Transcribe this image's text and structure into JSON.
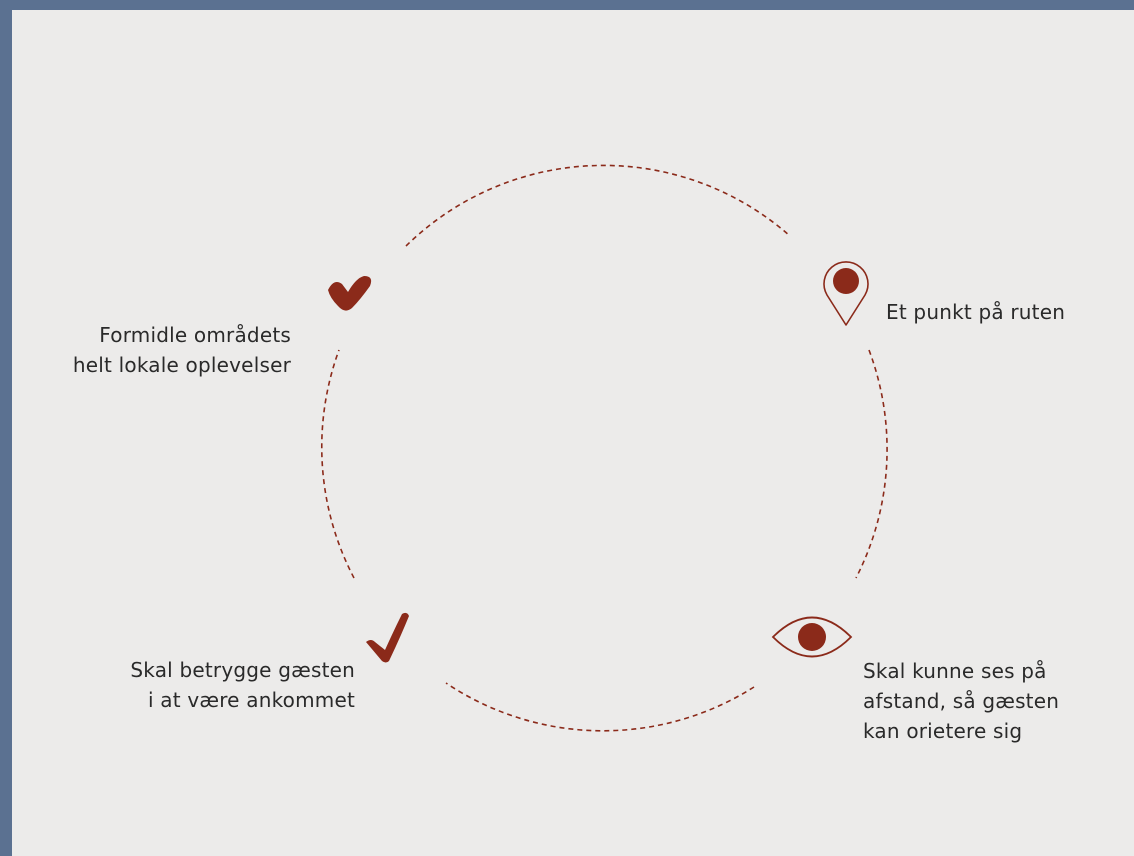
{
  "colors": {
    "frame": "#5b7191",
    "panel": "#ecebea",
    "accent": "#8b2a1a",
    "text": "#2a2a2a"
  },
  "items": [
    {
      "icon": "heavy-checkmark-icon",
      "lines": [
        "Formidle områdets",
        "helt lokale oplevelser"
      ]
    },
    {
      "icon": "map-pin-icon",
      "lines": [
        "Et punkt på ruten"
      ]
    },
    {
      "icon": "checkmark-icon",
      "lines": [
        "Skal betrygge gæsten",
        "i at være ankommet"
      ]
    },
    {
      "icon": "eye-icon",
      "lines": [
        "Skal kunne ses på",
        "afstand, så gæsten",
        "kan orietere sig"
      ]
    }
  ]
}
